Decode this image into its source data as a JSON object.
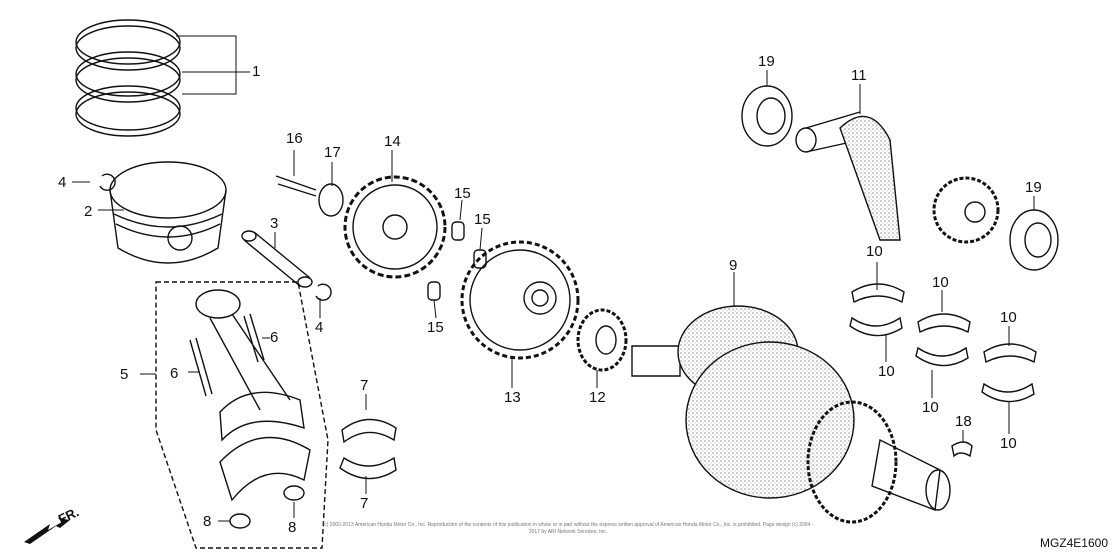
{
  "callouts": {
    "c1": "1",
    "c2": "2",
    "c3": "3",
    "c4a": "4",
    "c4b": "4",
    "c5": "5",
    "c6a": "6",
    "c6b": "6",
    "c7a": "7",
    "c7b": "7",
    "c8a": "8",
    "c8b": "8",
    "c9": "9",
    "c10a": "10",
    "c10b": "10",
    "c10c": "10",
    "c10d": "10",
    "c10e": "10",
    "c10f": "10",
    "c11": "11",
    "c12": "12",
    "c13": "13",
    "c14": "14",
    "c15a": "15",
    "c15b": "15",
    "c15c": "15",
    "c16": "16",
    "c17": "17",
    "c18": "18",
    "c19a": "19",
    "c19b": "19"
  },
  "footer": {
    "copyright": "(c) 2002-2013 American Honda Motor Co., Inc. Reproduction of the contents of this publication in whole or in part without the express written approval of American Honda Motor Co., Inc. is prohibited. Page design (c) 2004 - 2017 by ARI Network Services, Inc.",
    "diagram_code": "MGZ4E1600",
    "direction_label": "FR."
  },
  "colors": {
    "line": "#111111",
    "shade": "#bbbbbb"
  }
}
